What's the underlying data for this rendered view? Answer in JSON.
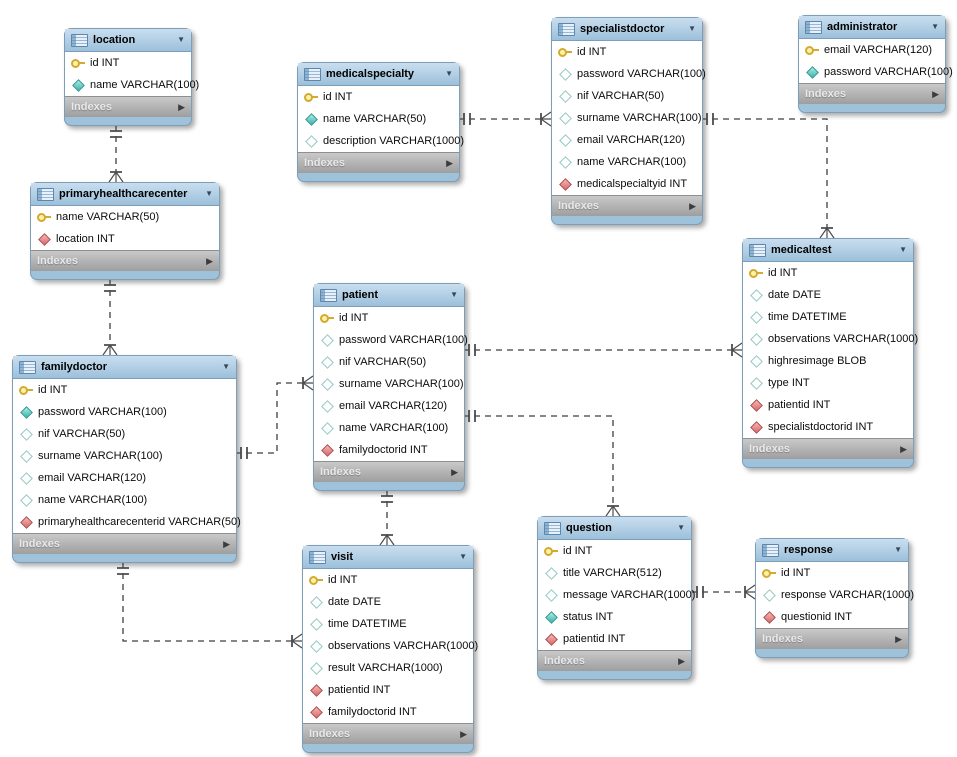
{
  "diagram": {
    "labels": {
      "indexes": "Indexes"
    },
    "colors": {
      "header_blue": "#9cc0db",
      "footer_gray": "#a9a9a9",
      "line": "#3f3f3f",
      "pk_yellow": "#d2aa30",
      "attr_teal": "#3db3ab",
      "fk_red": "#d96a6a"
    },
    "tables": {
      "location": {
        "title": "location",
        "columns": [
          {
            "icon": "key-icon",
            "text": "id INT"
          },
          {
            "icon": "diamond-filled-icon",
            "text": "name VARCHAR(100)"
          }
        ]
      },
      "medicalspecialty": {
        "title": "medicalspecialty",
        "columns": [
          {
            "icon": "key-icon",
            "text": "id INT"
          },
          {
            "icon": "diamond-filled-icon",
            "text": "name VARCHAR(50)"
          },
          {
            "icon": "diamond-open-icon",
            "text": "description VARCHAR(1000)"
          }
        ]
      },
      "specialistdoctor": {
        "title": "specialistdoctor",
        "columns": [
          {
            "icon": "key-icon",
            "text": "id INT"
          },
          {
            "icon": "diamond-open-icon",
            "text": "password VARCHAR(100)"
          },
          {
            "icon": "diamond-open-icon",
            "text": "nif VARCHAR(50)"
          },
          {
            "icon": "diamond-open-icon",
            "text": "surname VARCHAR(100)"
          },
          {
            "icon": "diamond-open-icon",
            "text": "email VARCHAR(120)"
          },
          {
            "icon": "diamond-open-icon",
            "text": "name VARCHAR(100)"
          },
          {
            "icon": "diamond-fk-icon",
            "text": "medicalspecialtyid INT"
          }
        ]
      },
      "administrator": {
        "title": "administrator",
        "columns": [
          {
            "icon": "key-icon",
            "text": "email VARCHAR(120)"
          },
          {
            "icon": "diamond-filled-icon",
            "text": "password VARCHAR(100)"
          }
        ]
      },
      "primaryhealthcarecenter": {
        "title": "primaryhealthcarecenter",
        "columns": [
          {
            "icon": "key-icon",
            "text": "name VARCHAR(50)"
          },
          {
            "icon": "diamond-fk-icon",
            "text": "location INT"
          }
        ]
      },
      "patient": {
        "title": "patient",
        "columns": [
          {
            "icon": "key-icon",
            "text": "id INT"
          },
          {
            "icon": "diamond-open-icon",
            "text": "password VARCHAR(100)"
          },
          {
            "icon": "diamond-open-icon",
            "text": "nif VARCHAR(50)"
          },
          {
            "icon": "diamond-open-icon",
            "text": "surname VARCHAR(100)"
          },
          {
            "icon": "diamond-open-icon",
            "text": "email VARCHAR(120)"
          },
          {
            "icon": "diamond-open-icon",
            "text": "name VARCHAR(100)"
          },
          {
            "icon": "diamond-fk-icon",
            "text": "familydoctorid INT"
          }
        ]
      },
      "medicaltest": {
        "title": "medicaltest",
        "columns": [
          {
            "icon": "key-icon",
            "text": "id INT"
          },
          {
            "icon": "diamond-open-icon",
            "text": "date DATE"
          },
          {
            "icon": "diamond-open-icon",
            "text": "time DATETIME"
          },
          {
            "icon": "diamond-open-icon",
            "text": "observations VARCHAR(1000)"
          },
          {
            "icon": "diamond-open-icon",
            "text": "highresimage BLOB"
          },
          {
            "icon": "diamond-open-icon",
            "text": "type INT"
          },
          {
            "icon": "diamond-fk-icon",
            "text": "patientid INT"
          },
          {
            "icon": "diamond-fk-icon",
            "text": "specialistdoctorid INT"
          }
        ]
      },
      "familydoctor": {
        "title": "familydoctor",
        "columns": [
          {
            "icon": "key-icon",
            "text": "id INT"
          },
          {
            "icon": "diamond-filled-icon",
            "text": "password VARCHAR(100)"
          },
          {
            "icon": "diamond-open-icon",
            "text": "nif VARCHAR(50)"
          },
          {
            "icon": "diamond-open-icon",
            "text": "surname VARCHAR(100)"
          },
          {
            "icon": "diamond-open-icon",
            "text": "email VARCHAR(120)"
          },
          {
            "icon": "diamond-open-icon",
            "text": "name VARCHAR(100)"
          },
          {
            "icon": "diamond-fk-icon",
            "text": "primaryhealthcarecenterid VARCHAR(50)"
          }
        ]
      },
      "visit": {
        "title": "visit",
        "columns": [
          {
            "icon": "key-icon",
            "text": "id INT"
          },
          {
            "icon": "diamond-open-icon",
            "text": "date DATE"
          },
          {
            "icon": "diamond-open-icon",
            "text": "time DATETIME"
          },
          {
            "icon": "diamond-open-icon",
            "text": "observations VARCHAR(1000)"
          },
          {
            "icon": "diamond-open-icon",
            "text": "result VARCHAR(1000)"
          },
          {
            "icon": "diamond-fk-icon",
            "text": "patientid INT"
          },
          {
            "icon": "diamond-fk-icon",
            "text": "familydoctorid INT"
          }
        ]
      },
      "question": {
        "title": "question",
        "columns": [
          {
            "icon": "key-icon",
            "text": "id INT"
          },
          {
            "icon": "diamond-open-icon",
            "text": "title VARCHAR(512)"
          },
          {
            "icon": "diamond-open-icon",
            "text": "message VARCHAR(1000)"
          },
          {
            "icon": "diamond-filled-icon",
            "text": "status INT"
          },
          {
            "icon": "diamond-fk-icon",
            "text": "patientid INT"
          }
        ]
      },
      "response": {
        "title": "response",
        "columns": [
          {
            "icon": "key-icon",
            "text": "id INT"
          },
          {
            "icon": "diamond-open-icon",
            "text": "response VARCHAR(1000)"
          },
          {
            "icon": "diamond-fk-icon",
            "text": "questionid INT"
          }
        ]
      }
    },
    "relationships": [
      {
        "from": "location",
        "to": "primaryhealthcarecenter",
        "type": "1:N",
        "style": "dashed"
      },
      {
        "from": "primaryhealthcarecenter",
        "to": "familydoctor",
        "type": "1:N",
        "style": "dashed"
      },
      {
        "from": "medicalspecialty",
        "to": "specialistdoctor",
        "type": "1:N",
        "style": "dashed"
      },
      {
        "from": "specialistdoctor",
        "to": "medicaltest",
        "type": "1:N",
        "style": "dashed"
      },
      {
        "from": "patient",
        "to": "medicaltest",
        "type": "1:N",
        "style": "dashed"
      },
      {
        "from": "familydoctor",
        "to": "patient",
        "type": "1:N",
        "style": "dashed"
      },
      {
        "from": "patient",
        "to": "visit",
        "type": "1:N",
        "style": "dashed"
      },
      {
        "from": "familydoctor",
        "to": "visit",
        "type": "1:N",
        "style": "dashed"
      },
      {
        "from": "patient",
        "to": "question",
        "type": "1:N",
        "style": "dashed"
      },
      {
        "from": "question",
        "to": "response",
        "type": "1:N",
        "style": "dashed"
      }
    ]
  }
}
